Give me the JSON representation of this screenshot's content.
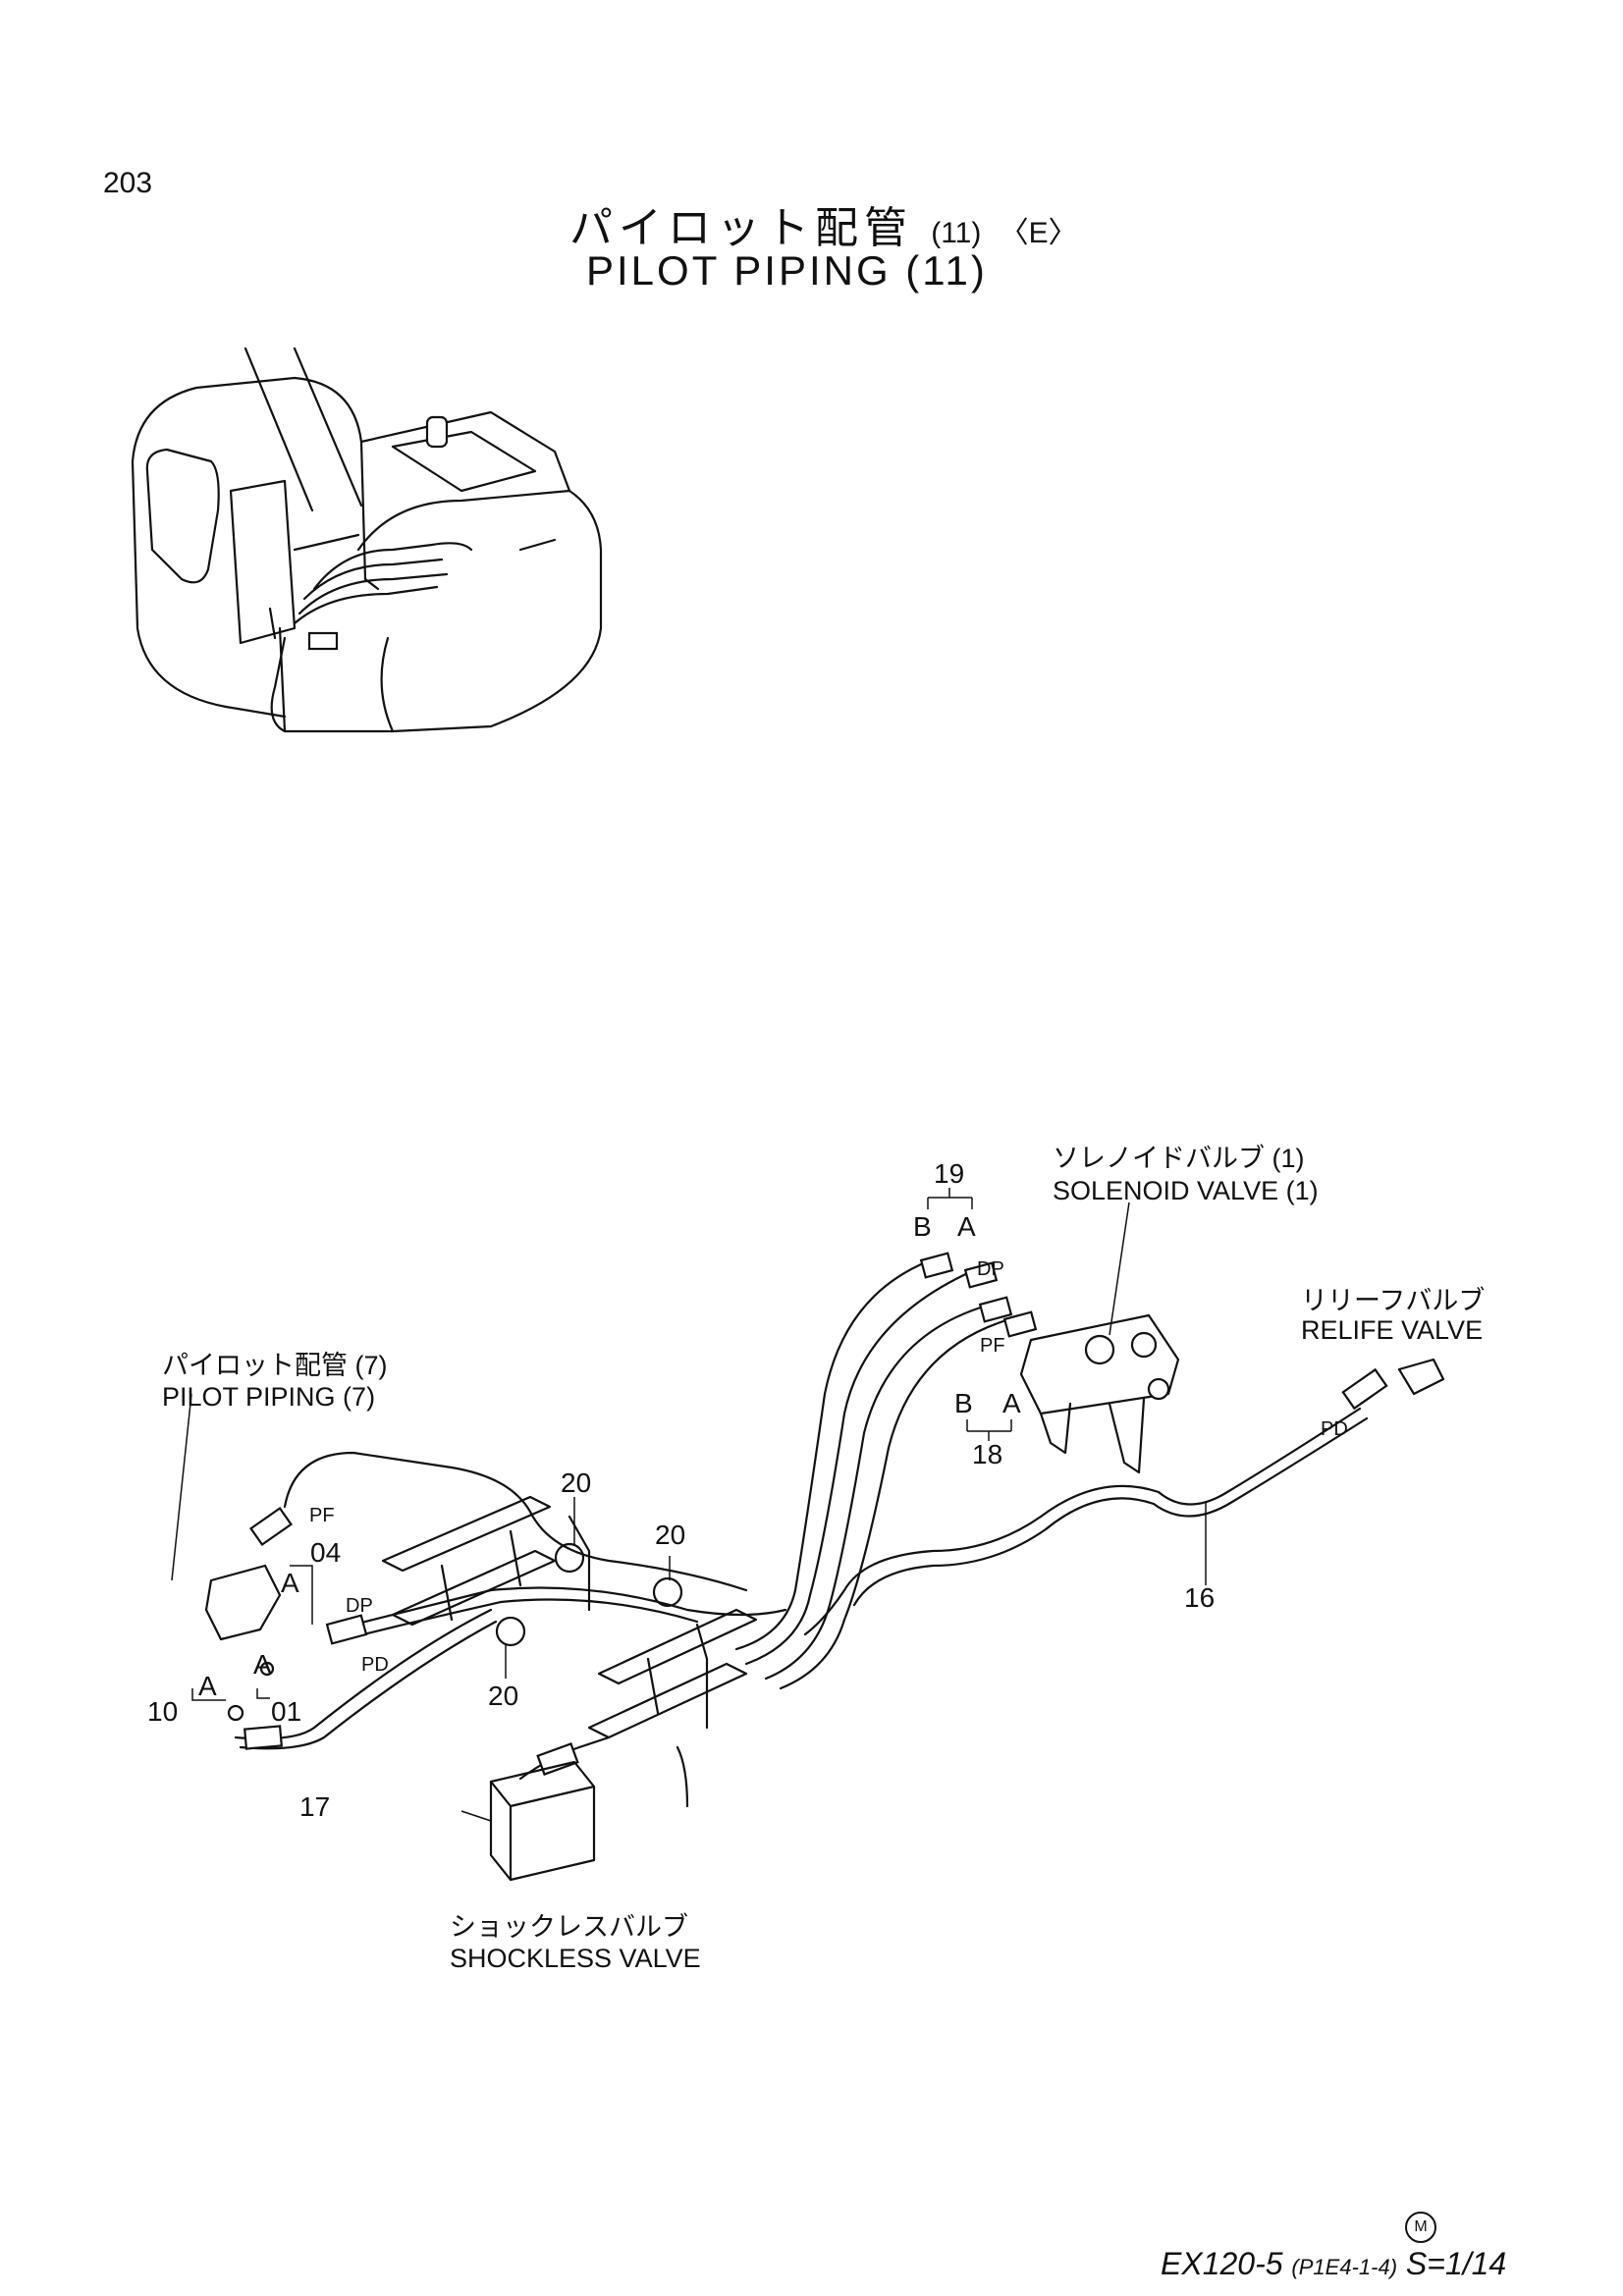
{
  "page_number": "203",
  "title": {
    "japanese": "パイロット配管",
    "japanese_suffix": "(11)",
    "variant": "〈E〉",
    "english": "PILOT PIPING (11)"
  },
  "components": {
    "solenoid_valve": {
      "jp": "ソレノイドバルブ (1)",
      "en": "SOLENOID VALVE (1)"
    },
    "relief_valve": {
      "jp": "リリーフバルブ",
      "en": "RELIFE VALVE"
    },
    "pilot_piping_7": {
      "jp": "パイロット配管 (7)",
      "en": "PILOT PIPING (7)"
    },
    "shockless_valve": {
      "jp": "ショックレスバルブ",
      "en": "SHOCKLESS VALVE"
    }
  },
  "callouts": {
    "c19": "19",
    "c18": "18",
    "c16": "16",
    "c17": "17",
    "c20a": "20",
    "c20b": "20",
    "c20c": "20",
    "c04": "04",
    "c01": "01",
    "c10": "10"
  },
  "port_labels": {
    "B_top": "B",
    "A_top": "A",
    "B_bottom": "B",
    "A_bottom": "A",
    "DP_valve": "DP",
    "PF_valve": "PF",
    "PD_relief": "PD",
    "PF_pilot": "PF",
    "DP_pilot": "DP",
    "PD_pilot": "PD",
    "A_04": "A",
    "A_01": "A",
    "A_10": "A"
  },
  "footer": {
    "model": "EX120-5",
    "code": "(P1E4-1-4)",
    "sheet": "S=1/14",
    "mark": "M"
  }
}
